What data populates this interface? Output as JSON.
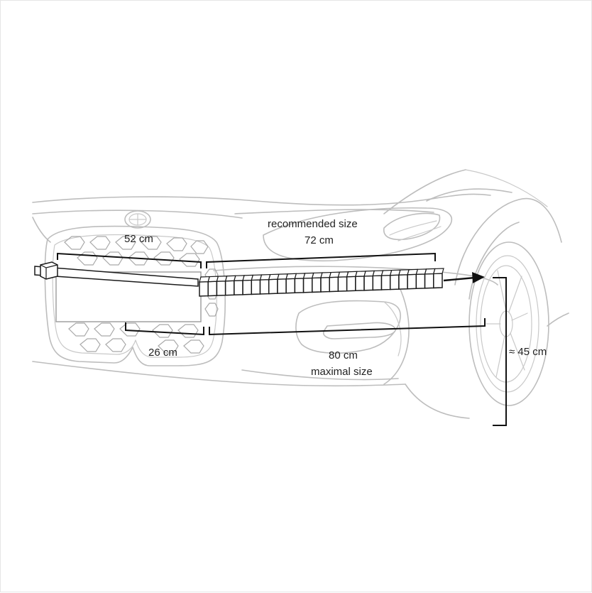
{
  "labels": {
    "grille_top": "52 cm",
    "grille_bottom": "26 cm",
    "recommended_line1": "recommended size",
    "recommended_line2": "72 cm",
    "maximal_line1": "80 cm",
    "maximal_line2": "maximal size",
    "height": "≈ 45 cm"
  },
  "strip": {
    "segments": 28
  },
  "colors": {
    "car_outline": "#bdbdbd",
    "dimension": "#111111",
    "background": "#ffffff"
  }
}
